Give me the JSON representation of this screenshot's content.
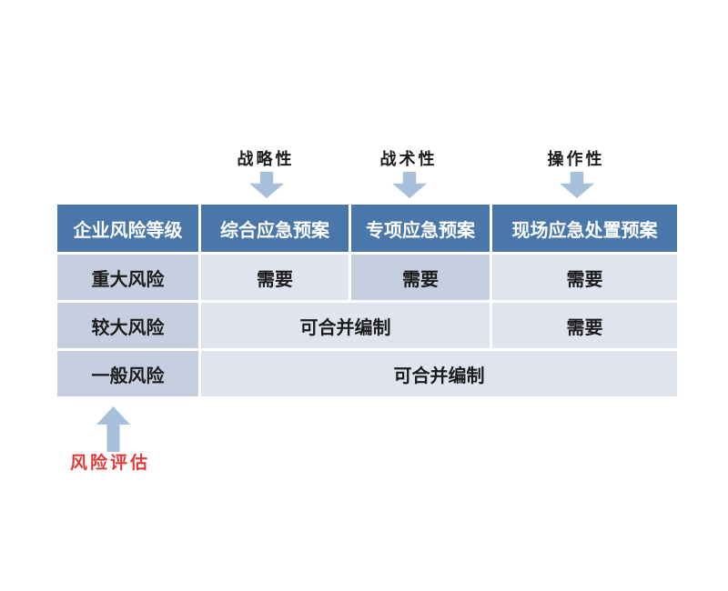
{
  "colors": {
    "header_bg": "#4a77a9",
    "header_text": "#ffffff",
    "level_cell_bg": "#c6cfdf",
    "shaded_cell_bg": "#c6cfdf",
    "light_cell_bg": "#e0e4ee",
    "arrow": "#a6c0dc",
    "body_text": "#1c1c1c",
    "annotation_red": "#e03937",
    "background": "#ffffff"
  },
  "top_annotations": [
    {
      "label": "战略性"
    },
    {
      "label": "战术性"
    },
    {
      "label": "操作性"
    }
  ],
  "table": {
    "headers": [
      "企业风险等级",
      "综合应急预案",
      "专项应急预案",
      "现场应急处置预案"
    ],
    "rows": [
      {
        "level": "重大风险",
        "cells": [
          {
            "text": "需要"
          },
          {
            "text": "需要"
          },
          {
            "text": "需要"
          }
        ]
      },
      {
        "level": "较大风险",
        "cells": [
          {
            "text": "可合并编制"
          },
          {
            "text": "需要"
          }
        ]
      },
      {
        "level": "一般风险",
        "cells": [
          {
            "text": "可合并编制"
          }
        ]
      }
    ]
  },
  "bottom_annotation": {
    "label": "风险评估"
  }
}
